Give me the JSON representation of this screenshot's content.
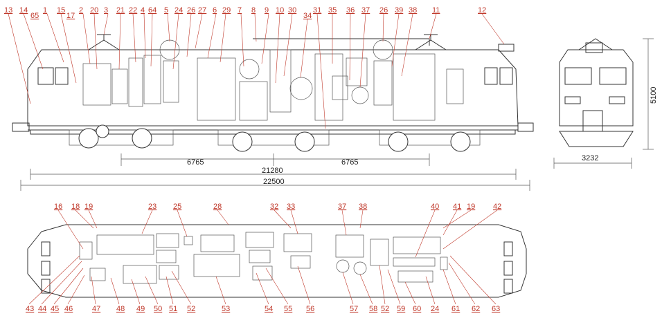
{
  "side_view": {
    "top_labels": [
      "13",
      "14",
      "65",
      "1",
      "15",
      "17",
      "2",
      "20",
      "3",
      "21",
      "22",
      "4",
      "64",
      "5",
      "24",
      "26",
      "27",
      "6",
      "29",
      "7",
      "8",
      "9",
      "10",
      "30",
      "31",
      "34",
      "35",
      "36",
      "37",
      "26",
      "39",
      "38",
      "11",
      "12"
    ],
    "dimensions": {
      "bogie_spacing_left": "6765",
      "bogie_spacing_right": "6765",
      "inner_length": "21280",
      "overall_length": "22500"
    }
  },
  "end_view": {
    "height": "5100",
    "width": "3232"
  },
  "plan_view": {
    "top_labels": [
      "16",
      "18",
      "19",
      "23",
      "25",
      "28",
      "32",
      "33",
      "37",
      "38",
      "40",
      "41",
      "19",
      "42"
    ],
    "bottom_labels": [
      "43",
      "44",
      "45",
      "46",
      "47",
      "48",
      "49",
      "50",
      "51",
      "52",
      "53",
      "54",
      "55",
      "56",
      "57",
      "58",
      "52",
      "59",
      "60",
      "24",
      "61",
      "62",
      "63"
    ]
  },
  "colors": {
    "label": "#c0392b",
    "lines": "#333333",
    "background": "#ffffff"
  }
}
